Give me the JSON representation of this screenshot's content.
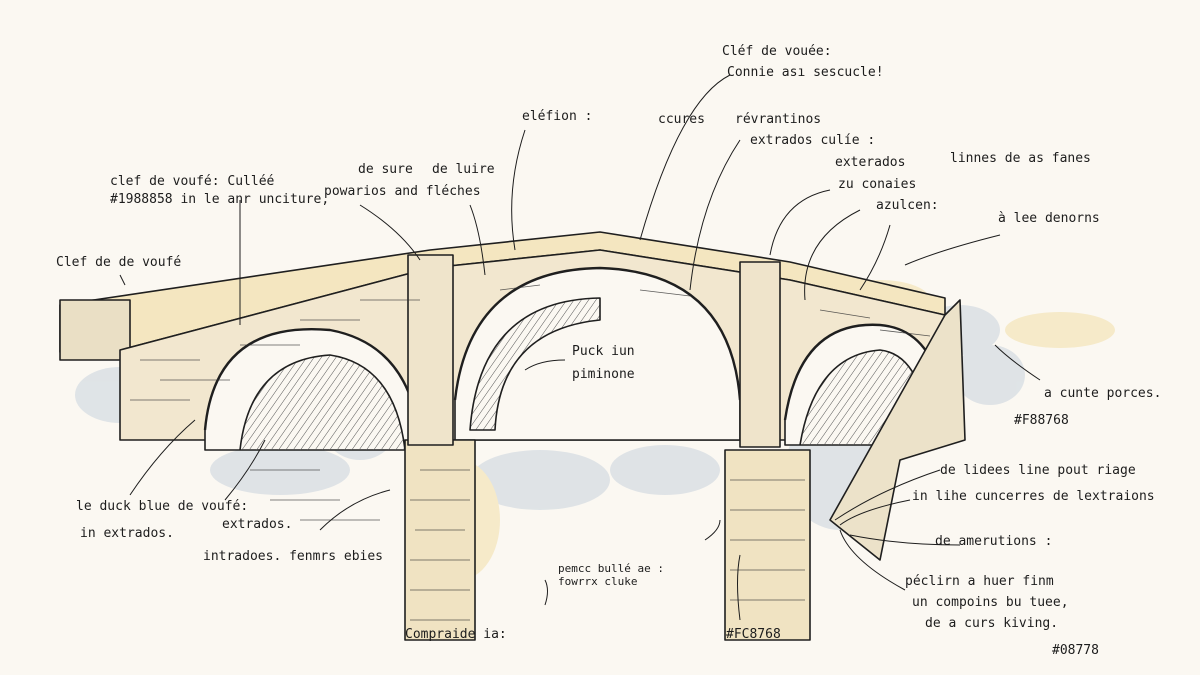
{
  "annotations": {
    "clef_title": "Cléf de vouée:",
    "clef_sub": "Connie ası sescucle!",
    "elicion": "eléfion :",
    "ccures": "ccures",
    "revrantinos": "révrantinos",
    "extrados_culie": "extrados culíe :",
    "extrados2": "exterados",
    "linnes": "linnes de as fanes",
    "zu_conaies": "zu conaies",
    "azulcen": "azulcen:",
    "a_lee": "à lee denorns",
    "clef_culle": "clef de voufé: Culléé",
    "code_line": "#1988858 in le anr unciture,",
    "de_sure": "de sure",
    "de_luire": "de luire",
    "powarios": "powarios and fléches",
    "clef_de_de": "Clef de de voufé",
    "puck1": "Puck iun",
    "puck2": "piminone",
    "a_cunte": "a cunte porces.",
    "hex1": "#F88768",
    "de_lidees": "de lidees line pout riage",
    "in_lihe": "in lihe cuncerres de lextraions",
    "de_amerutions": "de amerutions :",
    "peclirn": "péclirn a huer finm",
    "un_compoins": "un compoins bu tuee,",
    "de_a_curs": "de a curs kiving.",
    "hex2": "#08778",
    "duck1": "le duck blue de voufé:",
    "duck2": "in extrados.",
    "extrados3": "extrados.",
    "intradoes": "intradoes. fenmrs ebies",
    "pemcc1": "pemcc bullé ae :",
    "pemcc2": "fowrrx cluke",
    "compraide": "Compraide ia:",
    "hex3": "#FC8768"
  }
}
